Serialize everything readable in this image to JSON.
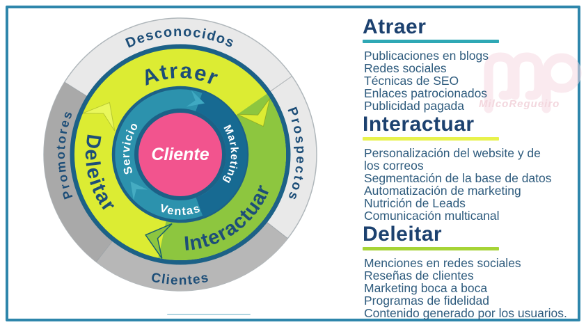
{
  "frame": {
    "border_color": "#2e86ab"
  },
  "flywheel": {
    "center_label": "Cliente",
    "inner_ring_labels": {
      "servicio": "Servicio",
      "marketing": "Marketing",
      "ventas": "Ventas"
    },
    "middle_ring_labels": {
      "atraer": "Atraer",
      "interactuar": "Interactuar",
      "deleitar": "Deleitar"
    },
    "outer_ring_labels": {
      "desconocidos": "Desconocidos",
      "prospectos": "Prospectos",
      "clientes": "Clientes",
      "promotores": "Promotores"
    },
    "colors": {
      "outer_light_gray": "#e9e9e9",
      "outer_mid_gray": "#b7b7b7",
      "outer_dark_gray": "#a9a9a9",
      "ring_border_navy": "#1c6187",
      "chartreuse": "#dcec33",
      "green": "#8dc63f",
      "teal": "#2c92ad",
      "navy_segment": "#176a92",
      "center_pink": "#f2548e",
      "label_navy": "#1d4e78"
    }
  },
  "sections": [
    {
      "title": "Atraer",
      "underline_color": "#2fa8b5",
      "items": [
        "Publicaciones en blogs",
        "Redes sociales",
        "Técnicas de SEO",
        "Enlaces patrocionados",
        "Publicidad pagada"
      ]
    },
    {
      "title": "Interactuar",
      "underline_color": "#e8f24c",
      "items": [
        "Personalización del website y de los correos",
        "Segmentación de la base de datos",
        "Automatización de marketing",
        "Nutrición de Leads",
        "Comunicación multicanal"
      ]
    },
    {
      "title": "Deleitar",
      "underline_color": "#a6d436",
      "items": [
        "Menciones en redes sociales",
        "Reseñas de clientes",
        "Marketing boca a boca",
        "Programas de fidelidad",
        "Contenido generado por los usuarios."
      ]
    }
  ],
  "watermark": {
    "text": "MilcoRegueiro"
  }
}
